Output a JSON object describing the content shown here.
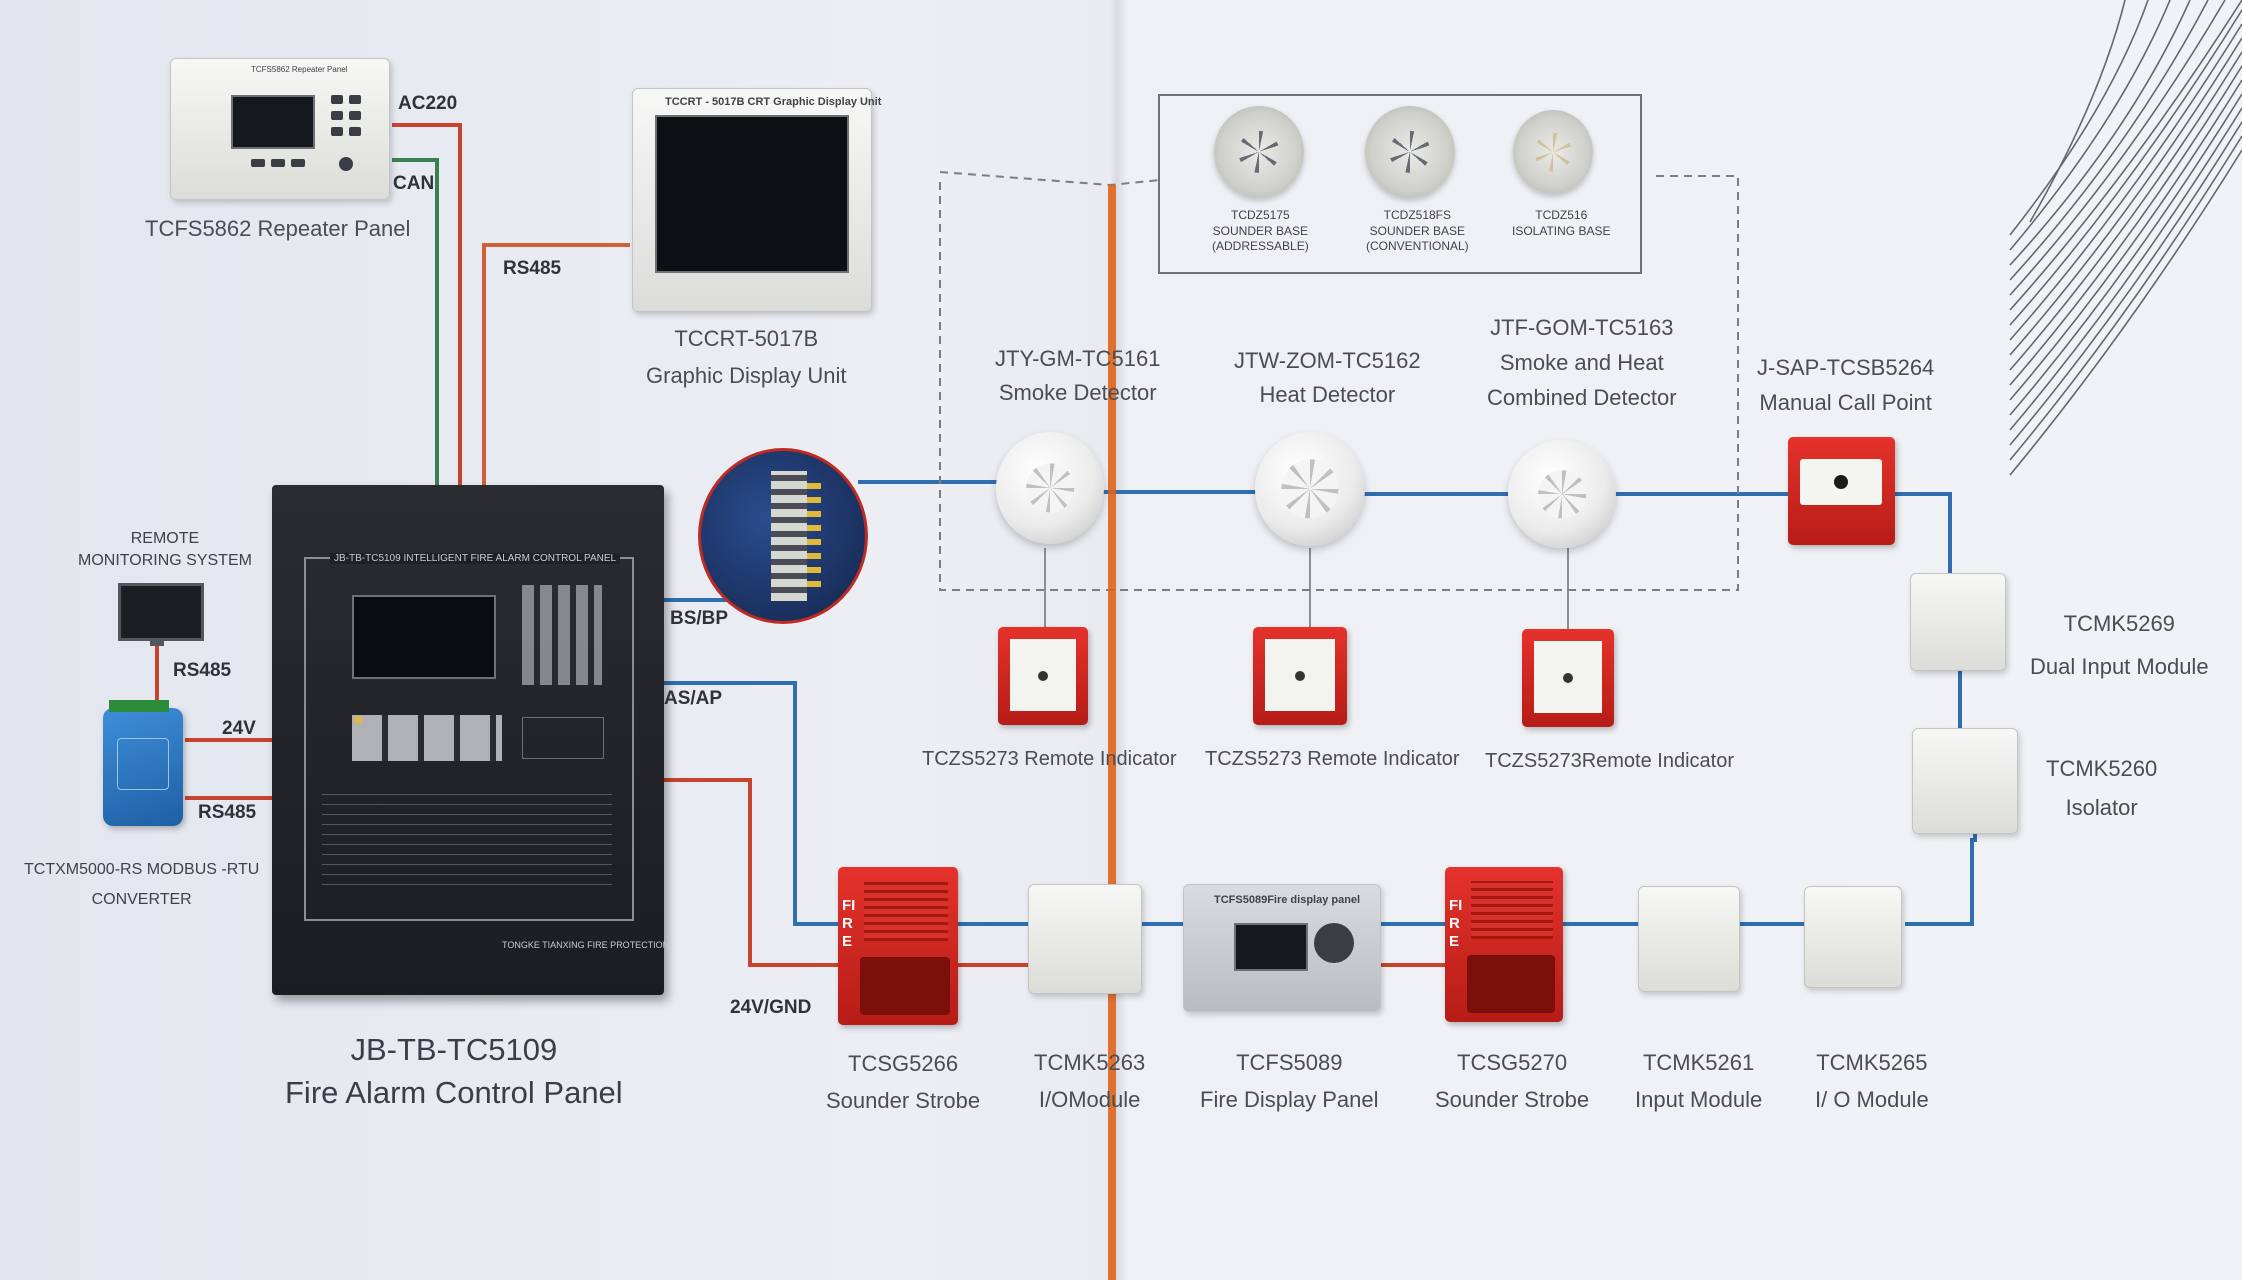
{
  "diagram": {
    "wire_labels": {
      "ac220": "AC220",
      "can": "CAN",
      "rs485_top": "RS485",
      "bs_bp": "BS/BP",
      "as_ap": "AS/AP",
      "v24_gnd": "24V/GND",
      "rs485_a": "RS485",
      "v24": "24V",
      "rs485_b": "RS485"
    },
    "colors": {
      "loop_blue": "#2f6fb0",
      "power_red": "#c8432e",
      "can_green": "#3c7f52",
      "accent_orange": "#e0641a"
    },
    "devices": {
      "repeater": {
        "name": "TCFS5862 Repeater Panel",
        "screen_text": "TCFS5862 Repeater Panel"
      },
      "graphic_display": {
        "line1": "TCCRT-5017B",
        "line2": "Graphic Display Unit",
        "screen_text": "TCCRT - 5017B CRT Graphic Display Unit"
      },
      "remote_monitoring": {
        "line1": "REMOTE",
        "line2": "MONITORING SYSTEM"
      },
      "converter": {
        "line1": "TCTXM5000-RS  MODBUS -RTU",
        "line2": "CONVERTER"
      },
      "control_panel": {
        "line1": "JB-TB-TC5109",
        "line2": "Fire Alarm Control Panel",
        "header": "JB-TB-TC5109 INTELLIGENT FIRE ALARM CONTROL PANEL",
        "brand": "TONGKE TIANXING FIRE PROTECTION"
      },
      "smoke_detector": {
        "line1": "JTY-GM-TC5161",
        "line2": "Smoke Detector"
      },
      "heat_detector": {
        "line1": "JTW-ZOM-TC5162",
        "line2": "Heat Detector"
      },
      "combined_detector": {
        "line1": "JTF-GOM-TC5163",
        "line2": "Smoke and Heat",
        "line3": "Combined Detector"
      },
      "manual_call_point": {
        "line1": "J-SAP-TCSB5264",
        "line2": "Manual Call Point"
      },
      "remote_indicator_1": "TCZS5273 Remote Indicator",
      "remote_indicator_2": "TCZS5273 Remote Indicator",
      "remote_indicator_3": "TCZS5273Remote Indicator",
      "dual_input": {
        "line1": "TCMK5269",
        "line2": "Dual Input Module"
      },
      "isolator": {
        "line1": "TCMK5260",
        "line2": "Isolator"
      },
      "sounder_strobe_1": {
        "line1": "TCSG5266",
        "line2": "Sounder Strobe"
      },
      "io_module_1": {
        "line1": "TCMK5263",
        "line2": "I/OModule"
      },
      "fire_display": {
        "line1": "TCFS5089",
        "line2": "Fire Display Panel",
        "screen_text": "TCFS5089Fire display panel"
      },
      "sounder_strobe_2": {
        "line1": "TCSG5270",
        "line2": "Sounder Strobe"
      },
      "input_module": {
        "line1": "TCMK5261",
        "line2": "Input Module"
      },
      "io_module_2": {
        "line1": "TCMK5265",
        "line2": "I/ O Module"
      }
    },
    "bases": [
      {
        "line1": "TCDZ5175",
        "line2": "SOUNDER BASE",
        "line3": "(ADDRESSABLE)"
      },
      {
        "line1": "TCDZ518FS",
        "line2": "SOUNDER BASE",
        "line3": "(CONVENTIONAL)"
      },
      {
        "line1": "TCDZ516",
        "line2": "ISOLATING BASE"
      }
    ],
    "strobe_text": "FIRE"
  }
}
